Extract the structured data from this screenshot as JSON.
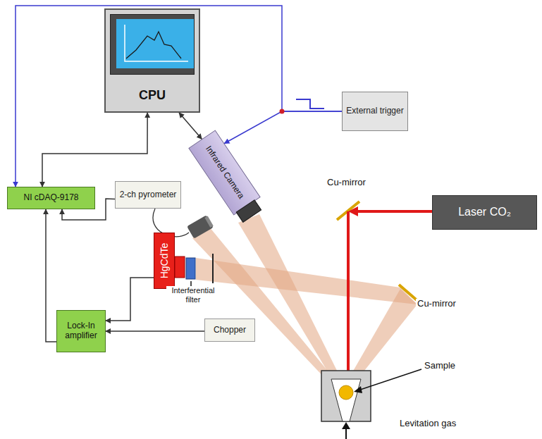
{
  "diagram": {
    "nodes": [
      {
        "text": [
          "CPU"
        ]
      },
      {
        "text": [
          "External trigger"
        ]
      },
      {
        "text": [
          "Infrared Camera"
        ]
      },
      {
        "text": [
          "2-ch pyrometer"
        ]
      },
      {
        "text": [
          "Laser CO₂"
        ]
      },
      {
        "text": [
          "NI cDAQ-9178"
        ]
      },
      {
        "text": [
          "HgCdTe"
        ]
      },
      {
        "text": [
          "Lock-In amplifier"
        ]
      },
      {
        "text": [
          "Chopper"
        ]
      }
    ],
    "edges": [
      {
        "from": 1,
        "to": 5,
        "arrow": "to"
      },
      {
        "from": 1,
        "to": 2,
        "arrow": "to"
      },
      {
        "from": 0,
        "to": 5,
        "arrow": "both"
      },
      {
        "from": 0,
        "to": 2,
        "arrow": "both"
      },
      {
        "from": 3,
        "to": 5,
        "arrow": "to"
      },
      {
        "from": 7,
        "to": 5,
        "arrow": "to"
      },
      {
        "from": 6,
        "to": 7,
        "arrow": "to"
      },
      {
        "from": 8,
        "to": 7,
        "arrow": "to"
      }
    ],
    "labels": [
      "Cu-mirror",
      "Cu-mirror",
      "Interferential filter",
      "Sample",
      "Levitation gas"
    ]
  }
}
